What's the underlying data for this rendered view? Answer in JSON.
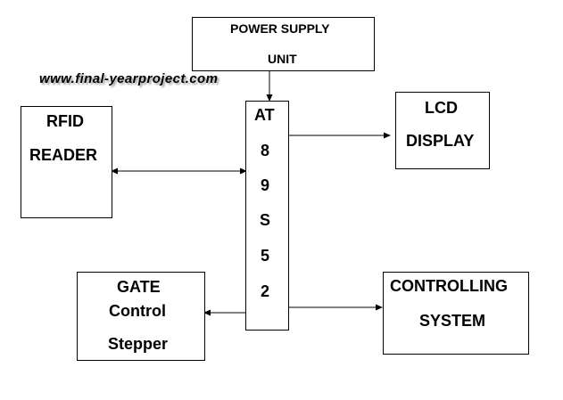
{
  "watermark": "www.final-yearproject.com",
  "blocks": {
    "power_supply": {
      "line1": "POWER SUPPLY",
      "line2": "UNIT"
    },
    "rfid_reader": {
      "line1": "RFID",
      "line2": "READER"
    },
    "microcontroller": {
      "chars": [
        "AT",
        "8",
        "9",
        "S",
        "5",
        "2"
      ]
    },
    "lcd_display": {
      "line1": "LCD",
      "line2": "DISPLAY"
    },
    "gate_control": {
      "line1": "GATE",
      "line2": "Control",
      "line3": "Stepper"
    },
    "controlling_system": {
      "line1": "CONTROLLING",
      "line2": "SYSTEM"
    }
  },
  "colors": {
    "line": "#000000",
    "background": "#ffffff",
    "watermark_shadow": "#9a9a9a"
  }
}
